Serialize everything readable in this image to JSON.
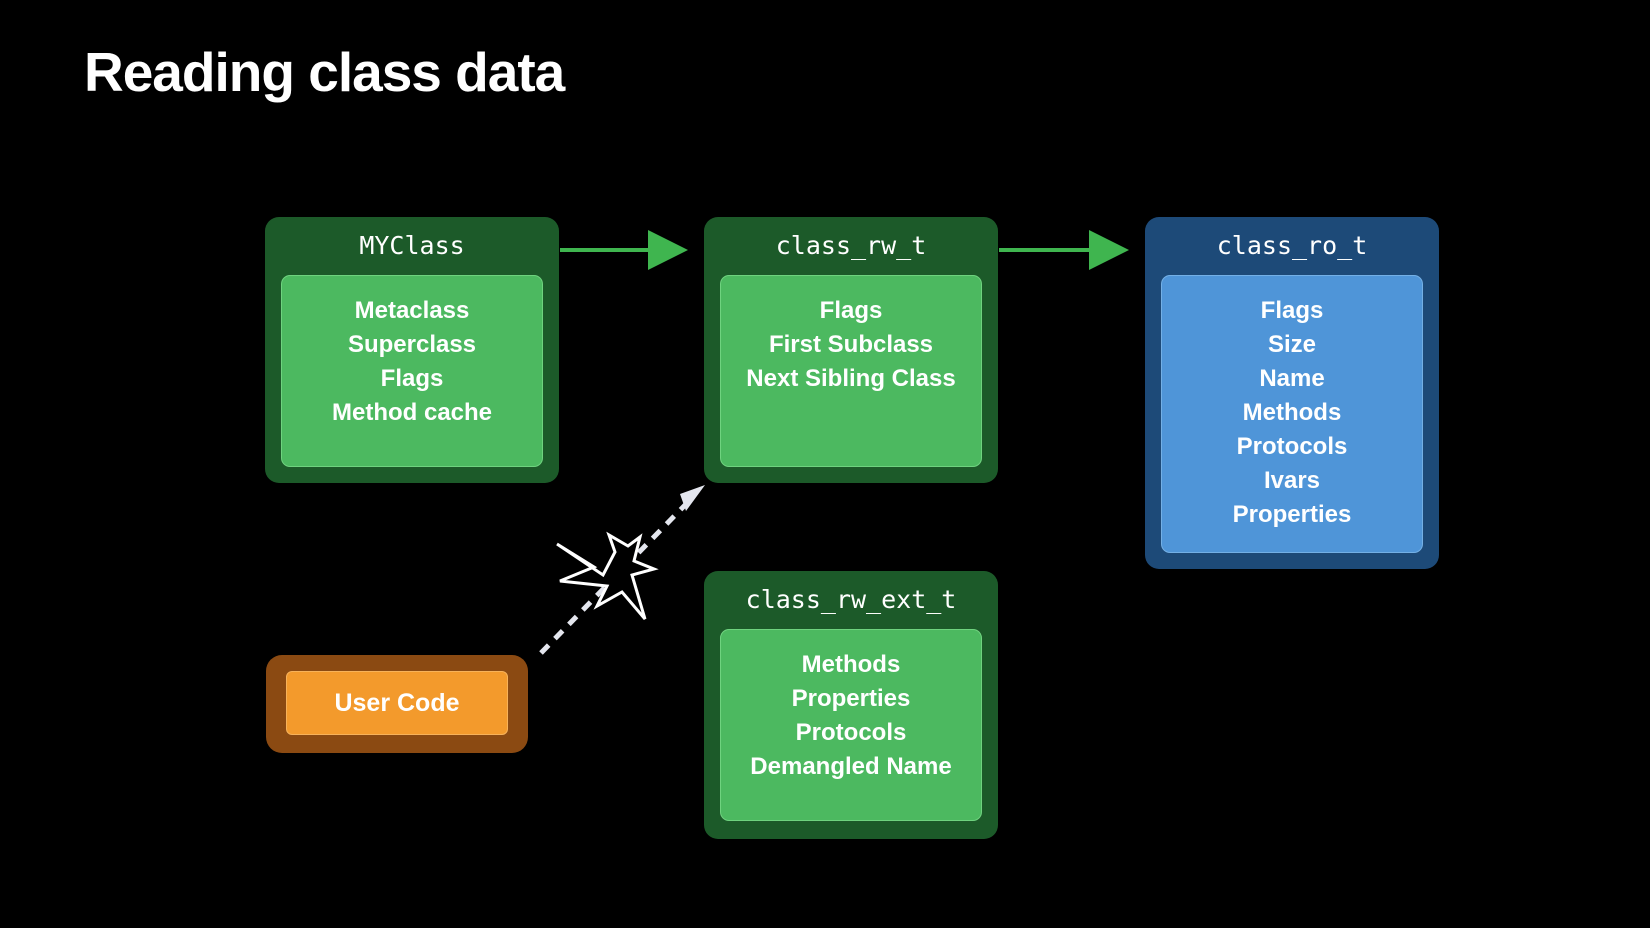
{
  "slide": {
    "title": "Reading class data"
  },
  "boxes": {
    "myclass": {
      "header": "MYClass",
      "fields": [
        "Metaclass",
        "Superclass",
        "Flags",
        "Method cache"
      ]
    },
    "class_rw": {
      "header": "class_rw_t",
      "fields": [
        "Flags",
        "First Subclass",
        "Next Sibling Class"
      ]
    },
    "class_ro": {
      "header": "class_ro_t",
      "fields": [
        "Flags",
        "Size",
        "Name",
        "Methods",
        "Protocols",
        "Ivars",
        "Properties"
      ]
    },
    "class_rw_ext": {
      "header": "class_rw_ext_t",
      "fields": [
        "Methods",
        "Properties",
        "Protocols",
        "Demangled Name"
      ]
    }
  },
  "user_code": {
    "label": "User Code"
  },
  "colors": {
    "background": "#000000",
    "green_outer": "#1c5a29",
    "green_inner": "#4cb960",
    "blue_outer": "#1d4a78",
    "blue_inner": "#4f95d8",
    "orange_outer": "#8b4a12",
    "orange_inner": "#f39a2c",
    "arrow_green": "#3fb54f",
    "arrow_dashed": "#e4e6ee"
  },
  "connectors": [
    {
      "from": "MYClass",
      "to": "class_rw_t",
      "style": "solid"
    },
    {
      "from": "class_rw_t",
      "to": "class_ro_t",
      "style": "solid"
    },
    {
      "from": "User Code",
      "to": "class_rw_t",
      "style": "dashed",
      "marker": "collision-burst"
    }
  ]
}
